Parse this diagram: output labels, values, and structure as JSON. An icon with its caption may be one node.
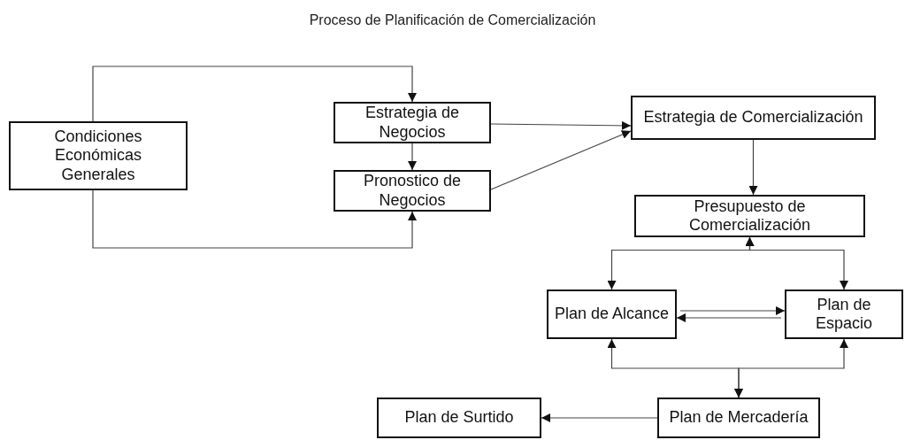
{
  "diagram": {
    "title": "Proceso de Planificación de Comercialización",
    "nodes": [
      {
        "text": [
          "Condiciones Económicas Generales"
        ]
      },
      {
        "text": [
          "Estrategia de Negocios"
        ]
      },
      {
        "text": [
          "Pronostico de Negocios"
        ]
      },
      {
        "text": [
          "Estrategia de Comercialización"
        ]
      },
      {
        "text": [
          "Presupuesto de Comercialización"
        ]
      },
      {
        "text": [
          "Plan de Alcance"
        ]
      },
      {
        "text": [
          "Plan de Espacio"
        ]
      },
      {
        "text": [
          "Plan de Mercadería"
        ]
      },
      {
        "text": [
          "Plan de Surtido"
        ]
      }
    ],
    "edges": [
      {
        "from": 0,
        "to": 1,
        "arrow": "to"
      },
      {
        "from": 0,
        "to": 2,
        "arrow": "to"
      },
      {
        "from": 1,
        "to": 2,
        "arrow": "to"
      },
      {
        "from": 1,
        "to": 3,
        "arrow": "to"
      },
      {
        "from": 2,
        "to": 3,
        "arrow": "to"
      },
      {
        "from": 3,
        "to": 4,
        "arrow": "to"
      },
      {
        "from": 4,
        "to": 5,
        "arrow": "both"
      },
      {
        "from": 4,
        "to": 6,
        "arrow": "both"
      },
      {
        "from": 5,
        "to": 6,
        "arrow": "to"
      },
      {
        "from": 6,
        "to": 5,
        "arrow": "to"
      },
      {
        "from": 7,
        "to": 5,
        "arrow": "both"
      },
      {
        "from": 7,
        "to": 6,
        "arrow": "both"
      },
      {
        "from": 7,
        "to": 8,
        "arrow": "to"
      }
    ]
  }
}
